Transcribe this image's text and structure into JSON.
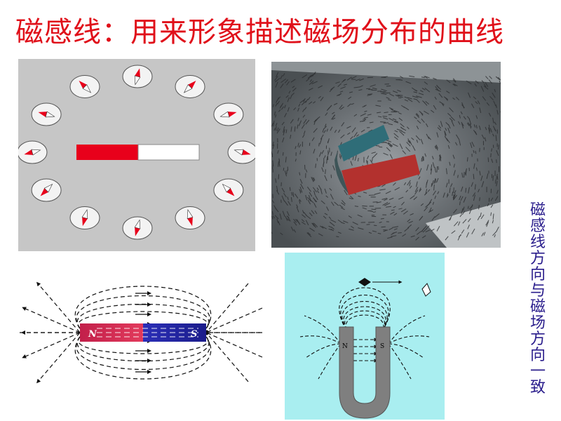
{
  "title": "磁感线：用来形象描述磁场分布的曲线",
  "side_note": "磁感线方向与磁场方向一致",
  "bar_magnet": {
    "north_label": "N",
    "south_label": "S"
  },
  "u_magnet": {
    "north_label": "N",
    "south_label": "S"
  },
  "colors": {
    "title": "#e0101a",
    "side_note": "#2a1d8c",
    "magnet_red": "#e8001b",
    "u_panel_bg": "#a9eef0"
  }
}
